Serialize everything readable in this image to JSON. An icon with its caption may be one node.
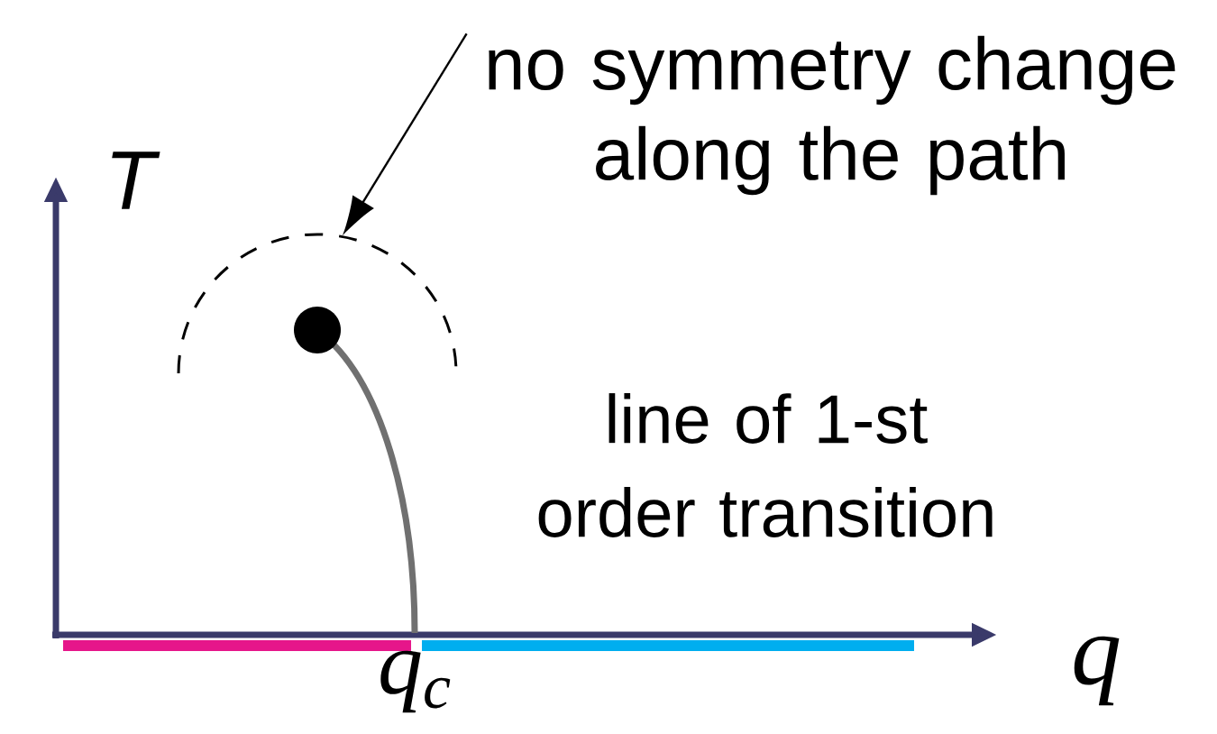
{
  "diagram": {
    "nodes": [
      {
        "text": [
          "no symmetry change along the path"
        ]
      },
      {
        "text": [],
        "shape": "arc"
      }
    ],
    "edges": [
      {
        "from": 0,
        "to": 1,
        "arrow": "to"
      }
    ],
    "labels": [
      "T",
      "line of 1-st order transition",
      "q$_{c}$",
      "q"
    ]
  }
}
